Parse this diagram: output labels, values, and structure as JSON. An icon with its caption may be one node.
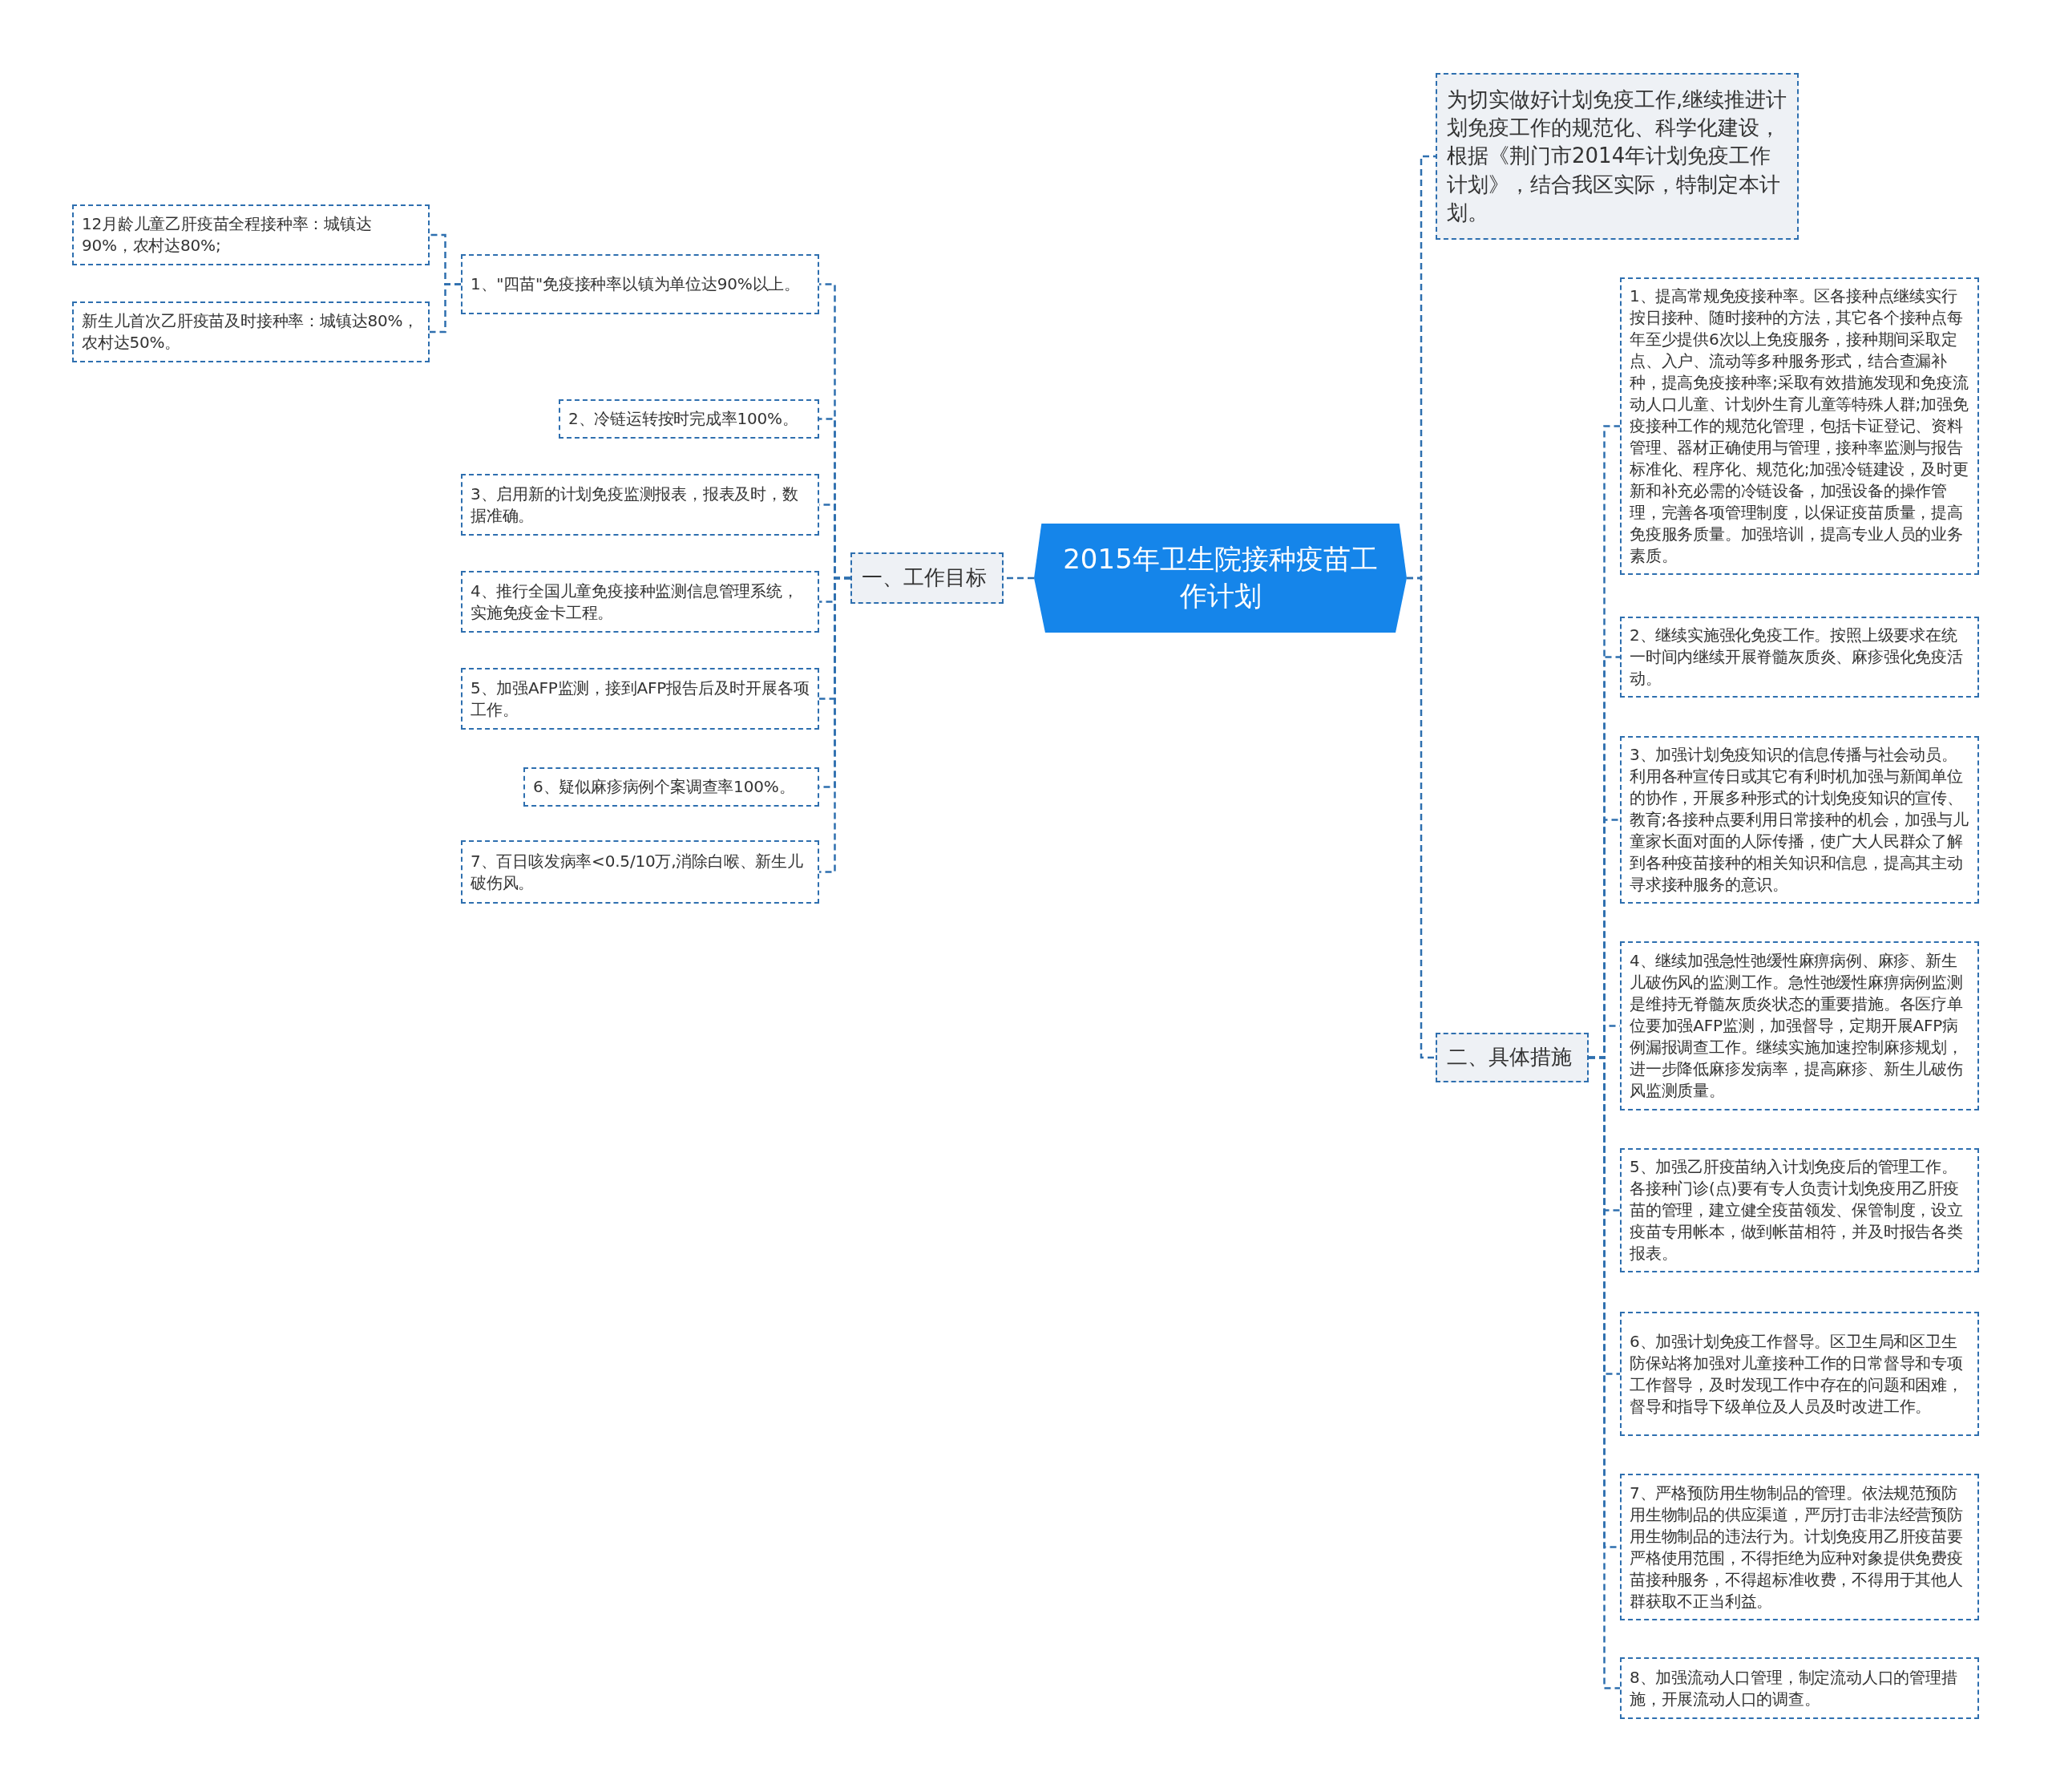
{
  "diagram": {
    "nodes": [
      {
        "text": [
          "2015年卫生院接种疫苗工作计划"
        ]
      },
      {
        "text": [
          "一、工作目标"
        ]
      },
      {
        "text": [
          "1、\"四苗\"免疫接种率以镇为单位达90%以上。"
        ]
      },
      {
        "text": [
          "12月龄儿童乙肝疫苗全程接种率：城镇达90%，农村达80%;"
        ]
      },
      {
        "text": [
          "新生儿首次乙肝疫苗及时接种率：城镇达80%，农村达50%。"
        ]
      },
      {
        "text": [
          "2、冷链运转按时完成率100%。"
        ]
      },
      {
        "text": [
          "3、启用新的计划免疫监测报表，报表及时，数据准确。"
        ]
      },
      {
        "text": [
          "4、推行全国儿童免疫接种监测信息管理系统，实施免疫金卡工程。"
        ]
      },
      {
        "text": [
          "5、加强AFP监测，接到AFP报告后及时开展各项工作。"
        ]
      },
      {
        "text": [
          "6、疑似麻疹病例个案调查率100%。"
        ]
      },
      {
        "text": [
          "7、百日咳发病率<0.5/10万,消除白喉、新生儿破伤风。"
        ]
      },
      {
        "text": [
          "为切实做好计划免疫工作,继续推进计划免疫工作的规范化、科学化建设，根据《荆门市2014年计划免疫工作计划》，结合我区实际，特制定本计划。"
        ]
      },
      {
        "text": [
          "二、具体措施"
        ]
      },
      {
        "text": [
          "1、提高常规免疫接种率。区各接种点继续实行按日接种、随时接种的方法，其它各个接种点每年至少提供6次以上免疫服务，接种期间采取定点、入户、流动等多种服务形式，结合查漏补种，提高免疫接种率;采取有效措施发现和免疫流动人口儿童、计划外生育儿童等特殊人群;加强免疫接种工作的规范化管理，包括卡证登记、资料管理、器材正确使用与管理，接种率监测与报告标准化、程序化、规范化;加强冷链建设，及时更新和补充必需的冷链设备，加强设备的操作管理，完善各项管理制度，以保证疫苗质量，提高免疫服务质量。加强培训，提高专业人员的业务素质。"
        ]
      },
      {
        "text": [
          "2、继续实施强化免疫工作。按照上级要求在统一时间内继续开展脊髓灰质炎、麻疹强化免疫活动。"
        ]
      },
      {
        "text": [
          "3、加强计划免疫知识的信息传播与社会动员。利用各种宣传日或其它有利时机加强与新闻单位的协作，开展多种形式的计划免疫知识的宣传、教育;各接种点要利用日常接种的机会，加强与儿童家长面对面的人际传播，使广大人民群众了解到各种疫苗接种的相关知识和信息，提高其主动寻求接种服务的意识。"
        ]
      },
      {
        "text": [
          "4、继续加强急性弛缓性麻痹病例、麻疹、新生儿破伤风的监测工作。急性弛缓性麻痹病例监测是维持无脊髓灰质炎状态的重要措施。各医疗单位要加强AFP监测，加强督导，定期开展AFP病例漏报调查工作。继续实施加速控制麻疹规划，进一步降低麻疹发病率，提高麻疹、新生儿破伤风监测质量。"
        ]
      },
      {
        "text": [
          "5、加强乙肝疫苗纳入计划免疫后的管理工作。各接种门诊(点)要有专人负责计划免疫用乙肝疫苗的管理，建立健全疫苗领发、保管制度，设立疫苗专用帐本，做到帐苗相符，并及时报告各类报表。"
        ]
      },
      {
        "text": [
          "6、加强计划免疫工作督导。区卫生局和区卫生防保站将加强对儿童接种工作的日常督导和专项工作督导，及时发现工作中存在的问题和困难，督导和指导下级单位及人员及时改进工作。"
        ]
      },
      {
        "text": [
          "7、严格预防用生物制品的管理。依法规范预防用生物制品的供应渠道，严厉打击非法经营预防用生物制品的违法行为。计划免疫用乙肝疫苗要严格使用范围，不得拒绝为应种对象提供免费疫苗接种服务，不得超标准收费，不得用于其他人群获取不正当利益。"
        ]
      },
      {
        "text": [
          "8、加强流动人口管理，制定流动人口的管理措施，开展流动人口的调查。"
        ]
      }
    ],
    "edges": [
      {
        "from": 0,
        "to": 1,
        "arrow": "none"
      },
      {
        "from": 1,
        "to": 2,
        "arrow": "none"
      },
      {
        "from": 2,
        "to": 3,
        "arrow": "none"
      },
      {
        "from": 2,
        "to": 4,
        "arrow": "none"
      },
      {
        "from": 1,
        "to": 5,
        "arrow": "none"
      },
      {
        "from": 1,
        "to": 6,
        "arrow": "none"
      },
      {
        "from": 1,
        "to": 7,
        "arrow": "none"
      },
      {
        "from": 1,
        "to": 8,
        "arrow": "none"
      },
      {
        "from": 1,
        "to": 9,
        "arrow": "none"
      },
      {
        "from": 1,
        "to": 10,
        "arrow": "none"
      },
      {
        "from": 0,
        "to": 11,
        "arrow": "none"
      },
      {
        "from": 0,
        "to": 12,
        "arrow": "none"
      },
      {
        "from": 12,
        "to": 13,
        "arrow": "none"
      },
      {
        "from": 12,
        "to": 14,
        "arrow": "none"
      },
      {
        "from": 12,
        "to": 15,
        "arrow": "none"
      },
      {
        "from": 12,
        "to": 16,
        "arrow": "none"
      },
      {
        "from": 12,
        "to": 17,
        "arrow": "none"
      },
      {
        "from": 12,
        "to": 18,
        "arrow": "none"
      },
      {
        "from": 12,
        "to": 19,
        "arrow": "none"
      },
      {
        "from": 12,
        "to": 20,
        "arrow": "none"
      }
    ]
  }
}
